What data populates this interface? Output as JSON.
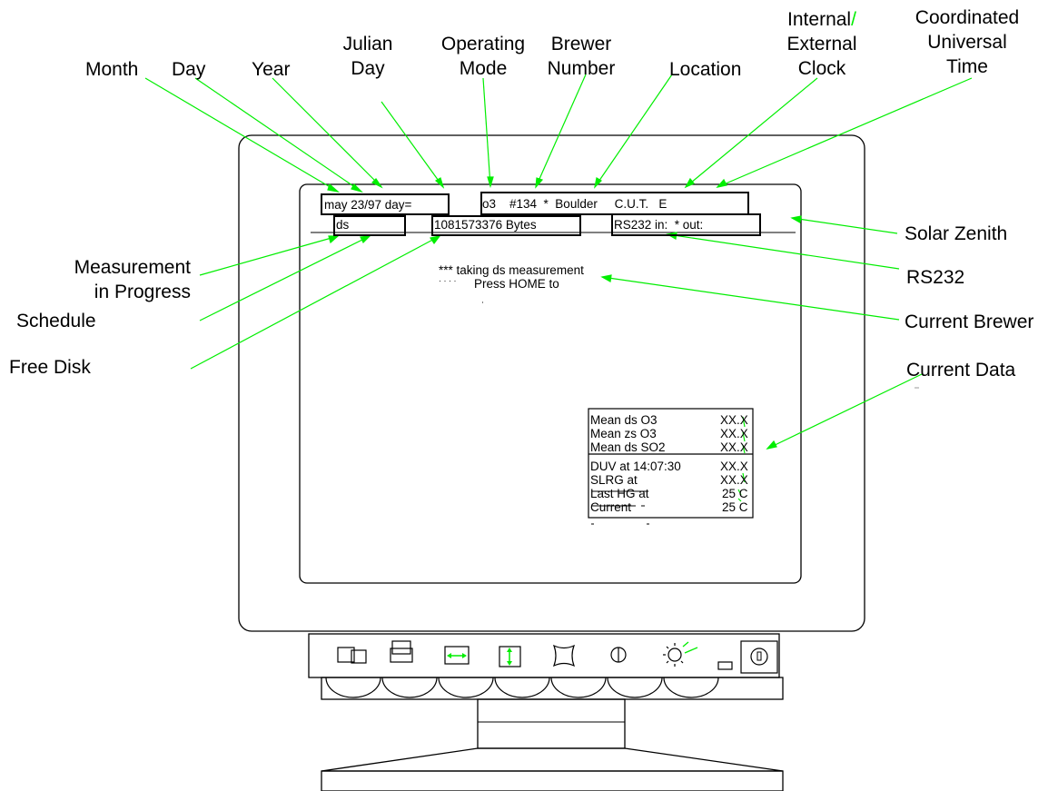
{
  "labels": {
    "month": "Month",
    "day": "Day",
    "year": "Year",
    "julian_day": [
      "Julian",
      "Day"
    ],
    "operating_mode": [
      "Operating",
      "Mode"
    ],
    "brewer_number": [
      "Brewer",
      "Number"
    ],
    "location": "Location",
    "clock": [
      "Internal/",
      "External",
      "Clock"
    ],
    "utc": [
      "Coordinated",
      "Universal",
      "Time"
    ],
    "solar_zenith": "Solar Zenith",
    "rs232": "RS232",
    "current_brewer": "Current Brewer",
    "current_data": "Current Data",
    "measurement_in_progress": [
      "Measurement",
      "in Progress"
    ],
    "schedule": "Schedule",
    "free_disk": "Free Disk"
  },
  "screen": {
    "date_field": "may 23/97 day=",
    "status_field": "o3    #134  *  Boulder     C.U.T.   E",
    "measurement_field": "ds",
    "disk_field": "1081573376 Bytes",
    "rs232_field": "RS232 in:  * out:",
    "message_line_1": "*** taking ds measurement",
    "message_line_2": "Press HOME to",
    "message_dots": "· · · ·"
  },
  "data_panel": {
    "rows_top": [
      {
        "label": "Mean ds O3",
        "value": "XX.X"
      },
      {
        "label": "Mean zs O3",
        "value": "XX.X"
      },
      {
        "label": "Mean ds SO2",
        "value": "XX.X"
      }
    ],
    "rows_bottom": [
      {
        "label": "DUV at 14:07:30",
        "value": "XX.X"
      },
      {
        "label": "SLRG at",
        "value": "XX.X"
      },
      {
        "label": "Last HG at",
        "value": "25 C"
      },
      {
        "label": "Current",
        "value": "25 C"
      }
    ]
  },
  "colors": {
    "leader_lines": "#00ee00",
    "outline": "#000000",
    "background": "#ffffff"
  },
  "control_icons": [
    "horizontal-position-icon",
    "vertical-position-icon",
    "horizontal-size-icon",
    "vertical-size-icon",
    "pincushion-icon",
    "contrast-icon",
    "brightness-icon",
    "power-led",
    "power-button"
  ]
}
